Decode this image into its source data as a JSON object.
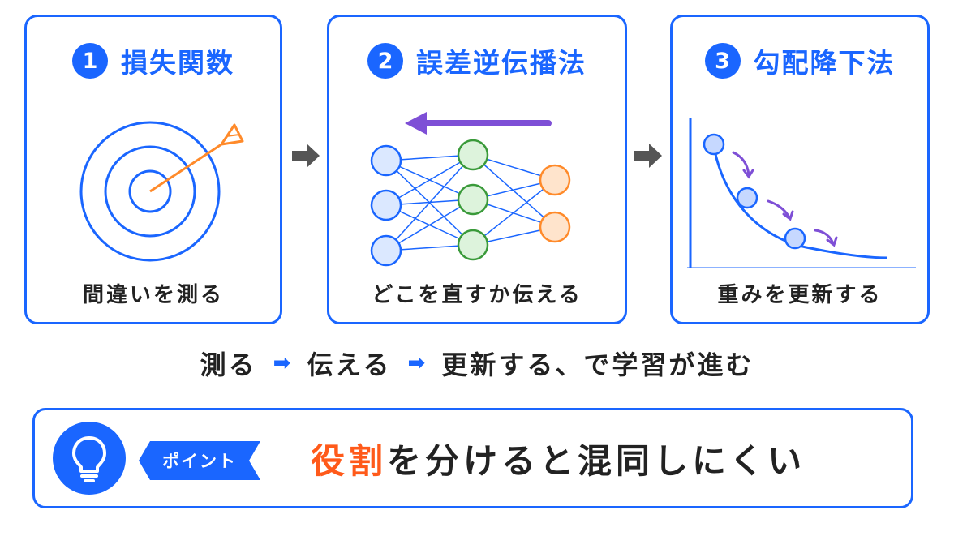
{
  "steps": [
    {
      "number": "1",
      "title": "損失関数",
      "caption": "間違いを測る",
      "illustration": "target-icon"
    },
    {
      "number": "2",
      "title": "誤差逆伝播法",
      "caption": "どこを直すか伝える",
      "illustration": "neural-network-icon"
    },
    {
      "number": "3",
      "title": "勾配降下法",
      "caption": "重みを更新する",
      "illustration": "descent-curve-icon"
    }
  ],
  "summary": {
    "part1": "測る",
    "part2": "伝える",
    "part3": "更新する、で学習が進む",
    "separator": "➡"
  },
  "tip": {
    "tag": "ポイント",
    "highlight": "役割",
    "rest": "を分けると混同しにくい",
    "icon": "lightbulb-icon"
  },
  "colors": {
    "primary": "#1a66ff",
    "accent": "#ff5a1a",
    "purple": "#7e4fd6",
    "node_blue": "#dbe8ff",
    "node_green": "#ddf3dc",
    "node_orange": "#ffe4cc"
  }
}
